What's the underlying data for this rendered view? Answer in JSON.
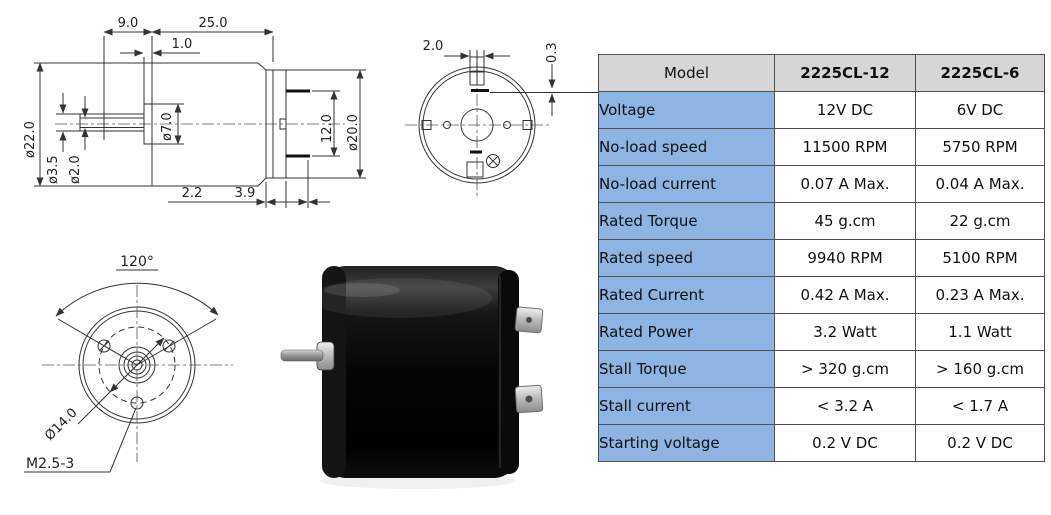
{
  "colors": {
    "header_bg": "#d6d6d6",
    "label_bg": "#8db4e2",
    "highlight_text": "#ff0000",
    "table_border": "#4f4f4f",
    "drawing_line": "#333333"
  },
  "drawings": {
    "side_view": {
      "shaft_protrusion": "9.0",
      "body_length": "25.0",
      "boss_protrusion": "1.0",
      "body_diameter": "ø22.0",
      "shaft_flat_diameter": "ø3.5",
      "shaft_diameter": "ø2.0",
      "boss_diameter": "ø7.0",
      "terminal_spacing": "12.0",
      "rear_cap_diameter": "ø20.0",
      "step_length": "2.2",
      "rear_cap_length": "3.9"
    },
    "rear_view": {
      "terminal_width": "2.0",
      "terminal_thickness": "0.3"
    },
    "front_view": {
      "mount_hole_angle": "120°",
      "mount_circle_diameter": "Ø14.0",
      "mount_thread": "M2.5-3"
    }
  },
  "table": {
    "header": {
      "model": "Model",
      "col1": "2225CL-12",
      "col2": "2225CL-6"
    },
    "rows": [
      {
        "label": "Voltage",
        "col1": "12V DC",
        "col2": "6V DC"
      },
      {
        "label": "No-load speed",
        "col1": "11500 RPM",
        "col2": "5750 RPM"
      },
      {
        "label": "No-load current",
        "col1": "0.07 A Max.",
        "col2": "0.04 A Max."
      },
      {
        "label": "Rated Torque",
        "col1": "45 g.cm",
        "col2": "22 g.cm"
      },
      {
        "label": "Rated speed",
        "col1": "9940 RPM",
        "col2": "5100 RPM"
      },
      {
        "label": "Rated Current",
        "col1": "0.42 A Max.",
        "col2": "0.23 A Max."
      },
      {
        "label": "Rated Power",
        "col1": "3.2 Watt",
        "col2": "1.1 Watt"
      },
      {
        "label": "Stall Torque",
        "col1": "> 320 g.cm",
        "col2": "> 160 g.cm"
      },
      {
        "label": "Stall current",
        "col1": "< 3.2 A",
        "col2": "< 1.7 A"
      },
      {
        "label": "Starting voltage",
        "col1": "0.2 V DC",
        "col2": "0.2 V DC"
      }
    ]
  }
}
